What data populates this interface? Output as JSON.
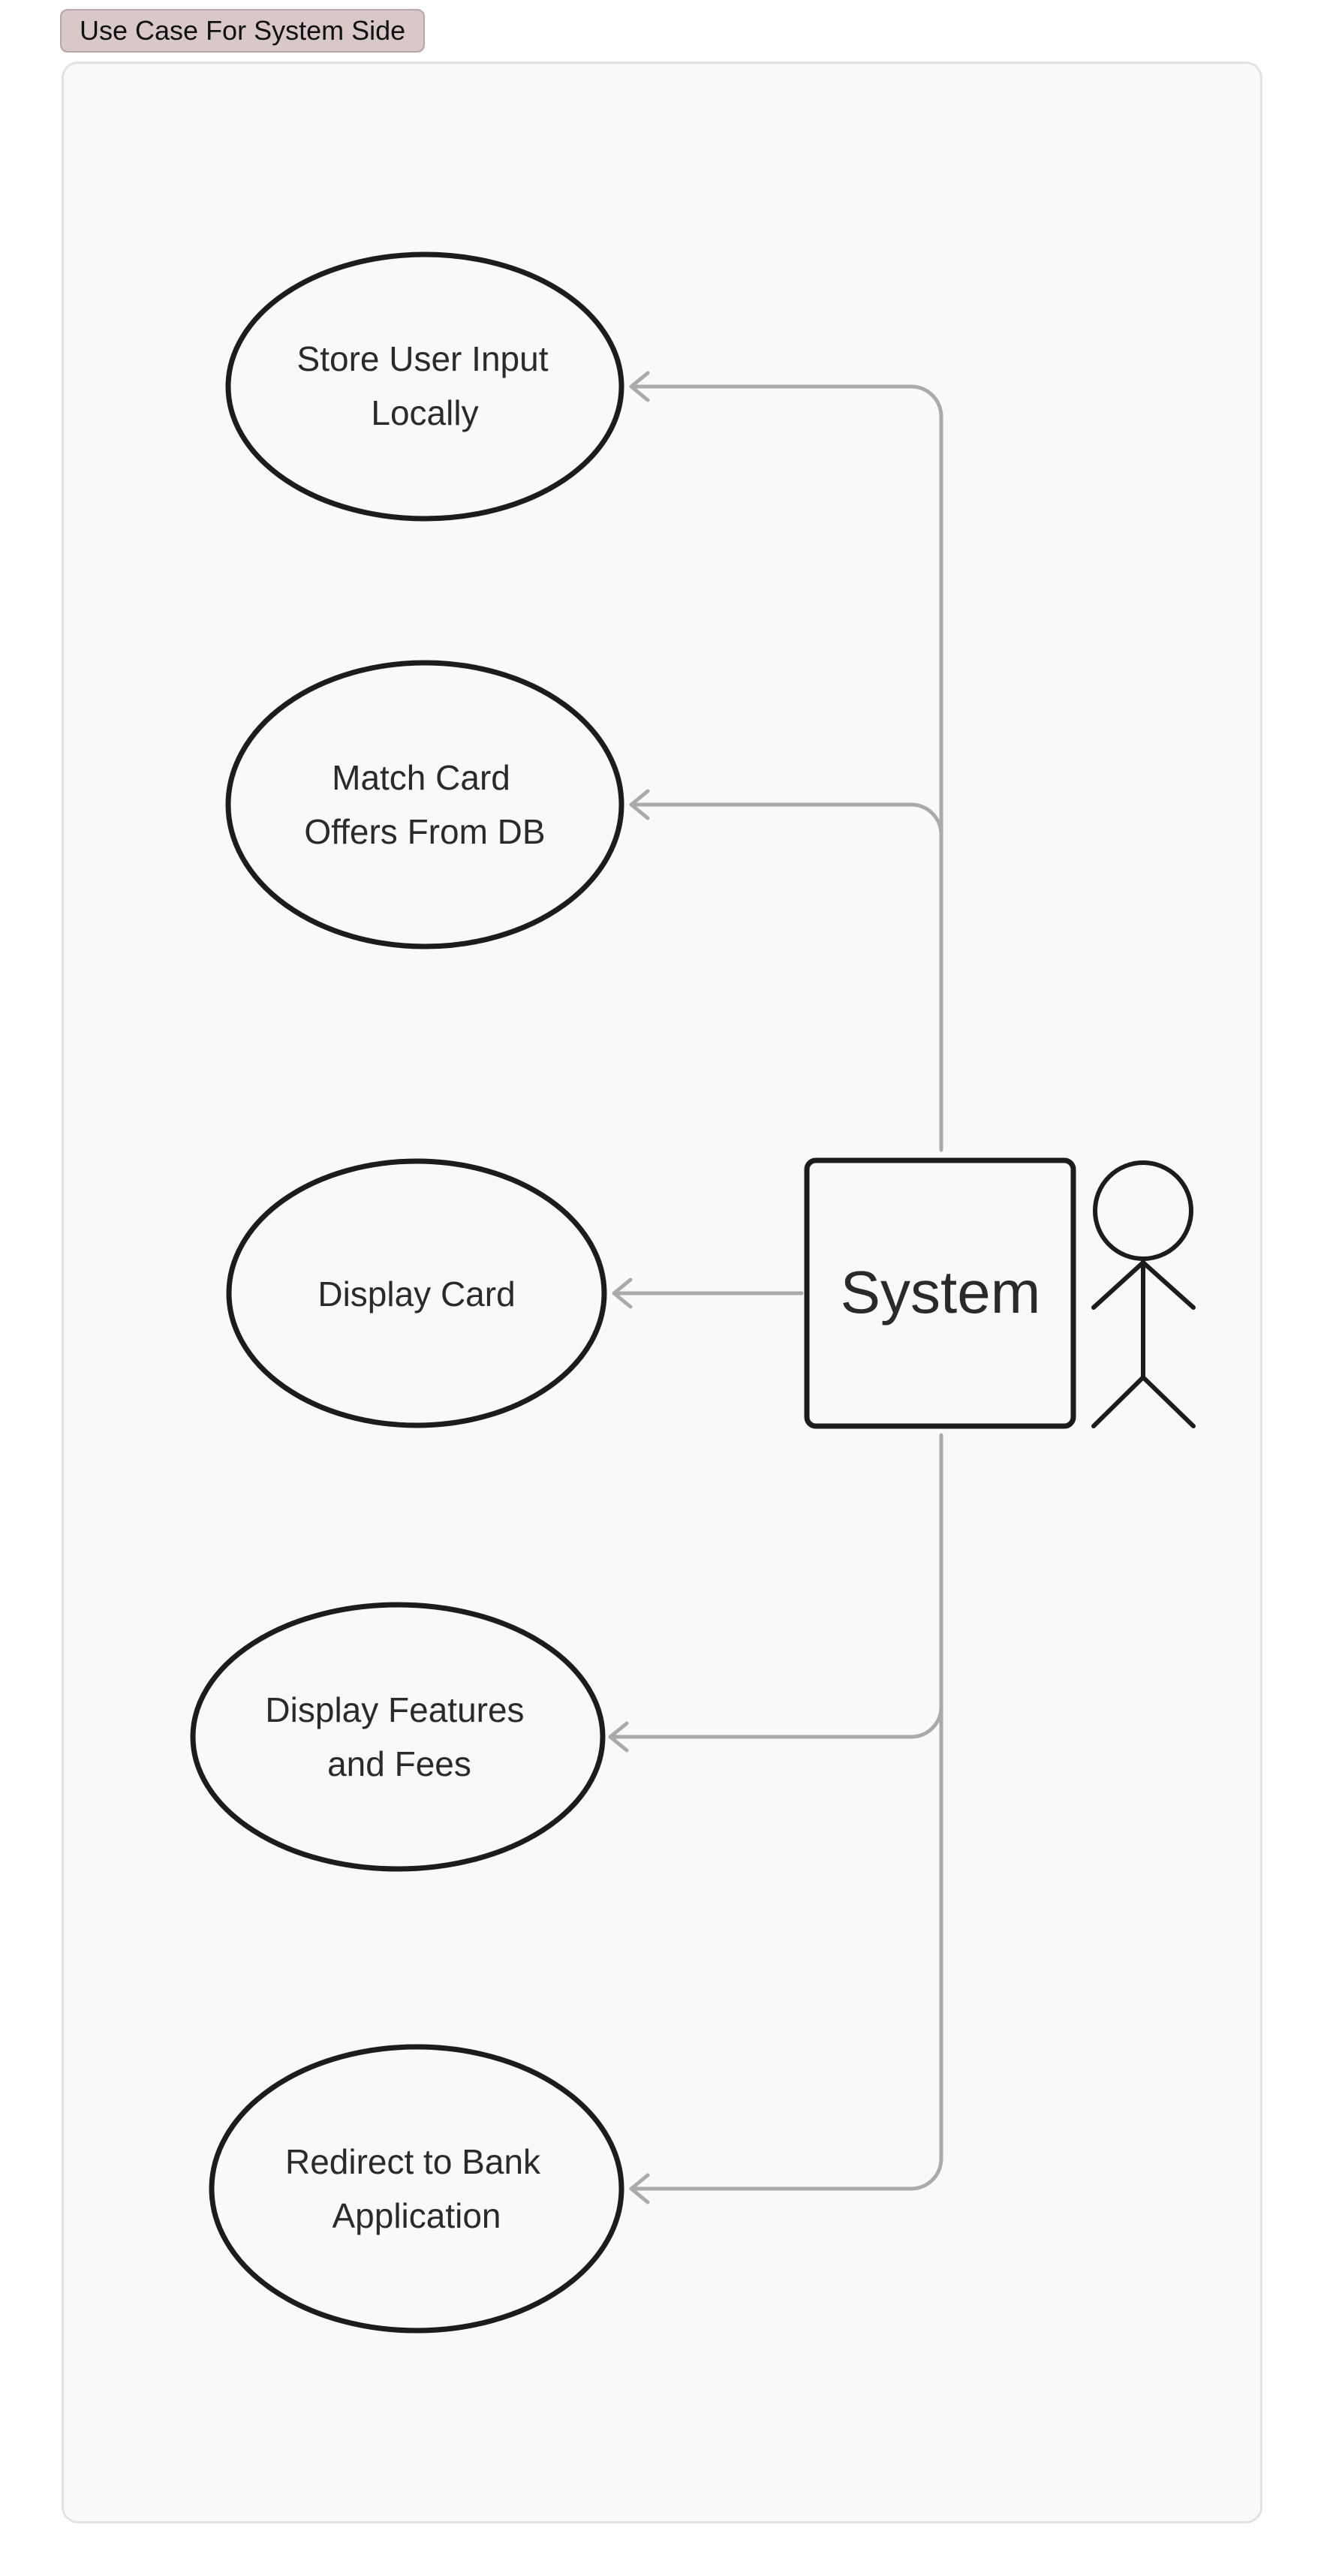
{
  "frame": {
    "title": "Use Case For System Side"
  },
  "actor": {
    "label": "System"
  },
  "use_cases": [
    {
      "lines": [
        "Store User Input",
        "Locally"
      ]
    },
    {
      "lines": [
        "Match Card",
        "Offers From DB"
      ]
    },
    {
      "lines": [
        "Display Card"
      ]
    },
    {
      "lines": [
        "Display Features",
        "and Fees"
      ]
    },
    {
      "lines": [
        "Redirect to Bank",
        "Application"
      ]
    }
  ],
  "colors": {
    "frame_label_bg": "#d9c8c8",
    "frame_bg": "#f9f9f9",
    "outline": "#1c1c1c",
    "connector": "#aaaaaa"
  }
}
